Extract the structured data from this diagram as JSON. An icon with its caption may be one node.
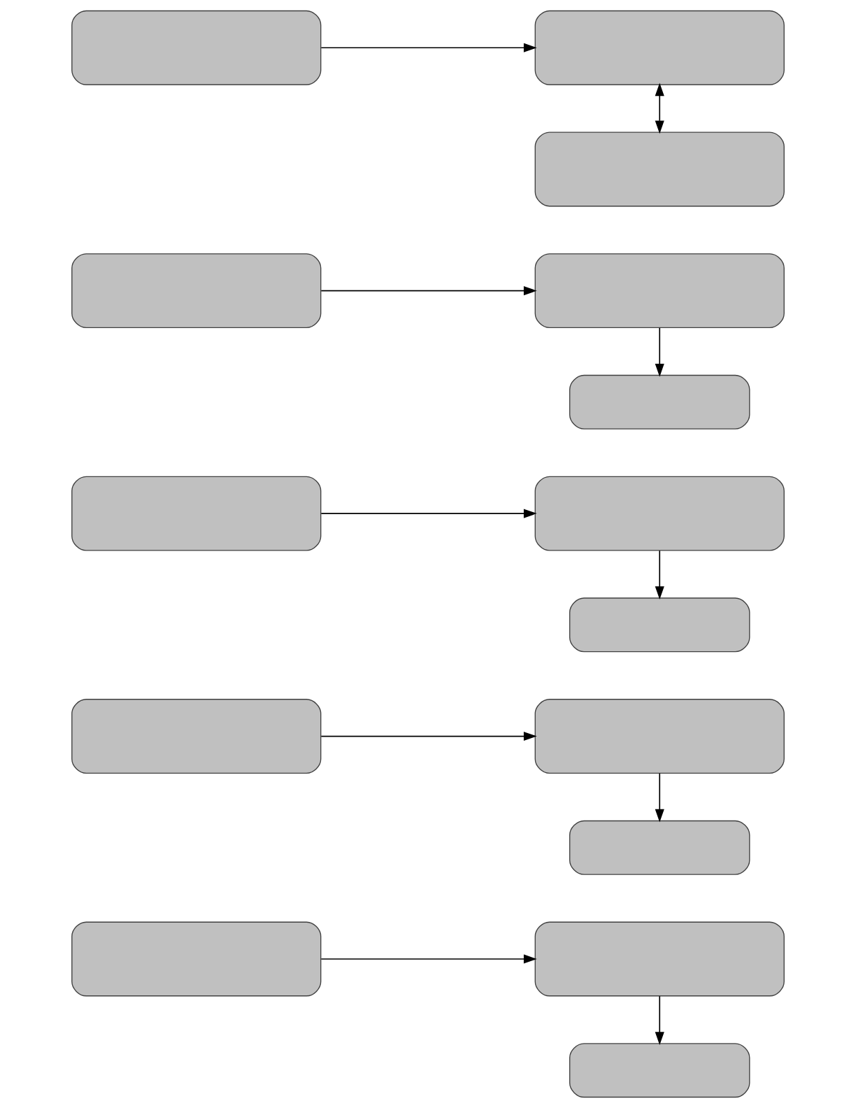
{
  "diagram": {
    "nodes": [
      {
        "text": [],
        "shape": "box"
      },
      {
        "text": [],
        "shape": "box"
      },
      {
        "text": [],
        "shape": "box"
      },
      {
        "text": [],
        "shape": "box"
      },
      {
        "text": [],
        "shape": "box"
      },
      {
        "text": [],
        "shape": "box"
      },
      {
        "text": [],
        "shape": "box"
      },
      {
        "text": [],
        "shape": "box"
      },
      {
        "text": [],
        "shape": "box"
      },
      {
        "text": [],
        "shape": "box"
      },
      {
        "text": [],
        "shape": "box"
      },
      {
        "text": [],
        "shape": "box"
      },
      {
        "text": [],
        "shape": "box"
      },
      {
        "text": [],
        "shape": "box"
      },
      {
        "text": [],
        "shape": "box"
      }
    ],
    "edges": [
      {
        "from": 0,
        "to": 1,
        "arrow": "to"
      },
      {
        "from": 1,
        "to": 2,
        "arrow": "both"
      },
      {
        "from": 3,
        "to": 4,
        "arrow": "to"
      },
      {
        "from": 4,
        "to": 5,
        "arrow": "to"
      },
      {
        "from": 6,
        "to": 7,
        "arrow": "to"
      },
      {
        "from": 7,
        "to": 8,
        "arrow": "to"
      },
      {
        "from": 9,
        "to": 10,
        "arrow": "to"
      },
      {
        "from": 10,
        "to": 11,
        "arrow": "to"
      },
      {
        "from": 12,
        "to": 13,
        "arrow": "to"
      },
      {
        "from": 13,
        "to": 14,
        "arrow": "to"
      }
    ]
  }
}
